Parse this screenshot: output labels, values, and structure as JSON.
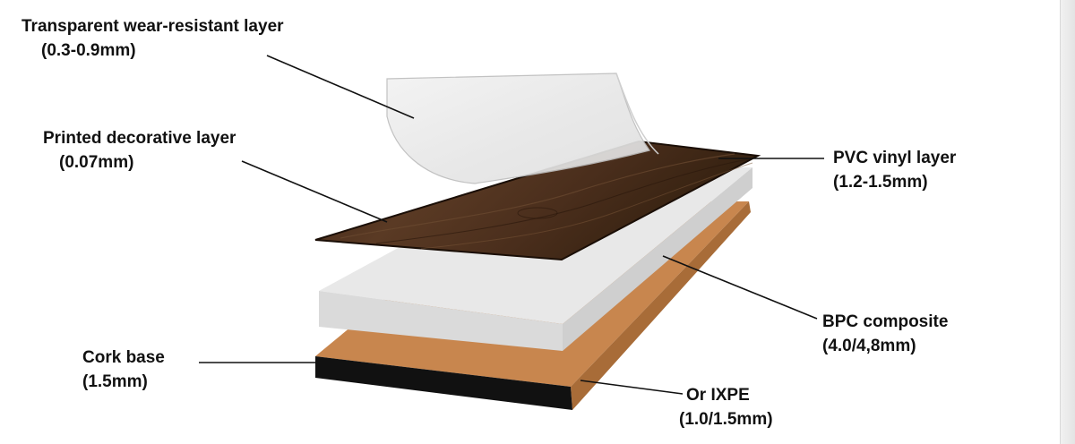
{
  "layers": {
    "wear": {
      "name": "Transparent wear-resistant layer",
      "thickness": "(0.3-0.9mm)"
    },
    "decor": {
      "name": "Printed decorative layer",
      "thickness": "(0.07mm)"
    },
    "pvc": {
      "name": "PVC vinyl layer",
      "thickness": "(1.2-1.5mm)"
    },
    "bpc": {
      "name": "BPC composite",
      "thickness": "(4.0/4,8mm)"
    },
    "cork": {
      "name": "Cork base",
      "thickness": "(1.5mm)"
    },
    "ixpe": {
      "name": "Or IXPE",
      "thickness": "(1.0/1.5mm)"
    }
  },
  "colors": {
    "wood": "#4a2e1c",
    "core_top": "#e8e8e8",
    "core_side": "#d4d4d4",
    "cork": "#c8864e",
    "underlay": "#111111",
    "leader": "#111111"
  }
}
